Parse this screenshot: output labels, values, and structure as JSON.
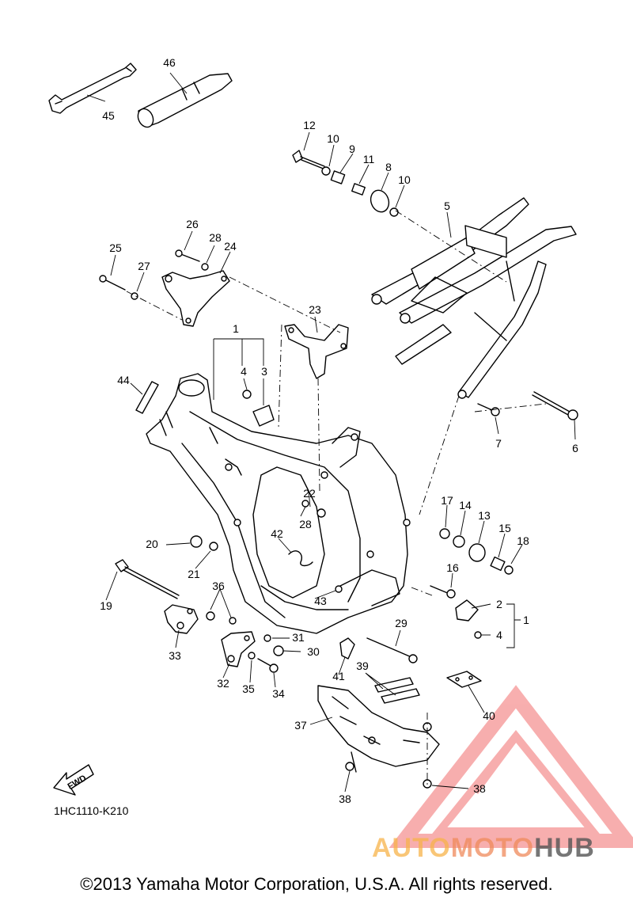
{
  "diagram": {
    "reference_code": "1HC1110-K210",
    "copyright": "©2013 Yamaha Motor Corporation, U.S.A. All rights reserved.",
    "fwd_label": "FWD",
    "callouts": [
      "1",
      "1",
      "2",
      "3",
      "4",
      "4",
      "5",
      "6",
      "7",
      "8",
      "9",
      "10",
      "10",
      "11",
      "12",
      "13",
      "14",
      "15",
      "16",
      "17",
      "18",
      "19",
      "20",
      "21",
      "22",
      "23",
      "24",
      "25",
      "26",
      "27",
      "28",
      "28",
      "29",
      "30",
      "31",
      "32",
      "33",
      "34",
      "35",
      "36",
      "37",
      "38",
      "38",
      "39",
      "40",
      "41",
      "42",
      "43",
      "44",
      "45",
      "46"
    ]
  },
  "watermark": {
    "part1": "AUTO",
    "part2": "MOTO",
    "part3": "HUB",
    "colors": {
      "triangle": "#f26d6d",
      "auto": "#f7b34a",
      "moto": "#f08a5b",
      "hub": "#555555"
    }
  }
}
